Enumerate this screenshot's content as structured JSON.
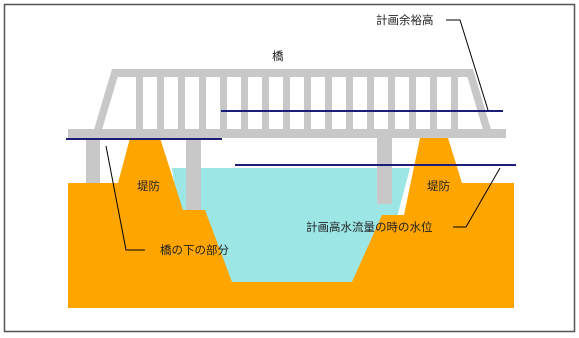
{
  "labels": {
    "bridge": "橋",
    "levee_left": "堤防",
    "levee_right": "堤防",
    "freeboard": "計画余裕高",
    "design_water_level": "計画高水流量の時の水位",
    "under_bridge": "橋の下の部分"
  },
  "colors": {
    "ground": "#FFA500",
    "water": "#9DE6E6",
    "bridge": "#C8C8C8",
    "line": "#1C1C7A",
    "border": "#555555",
    "leader": "#000000"
  }
}
